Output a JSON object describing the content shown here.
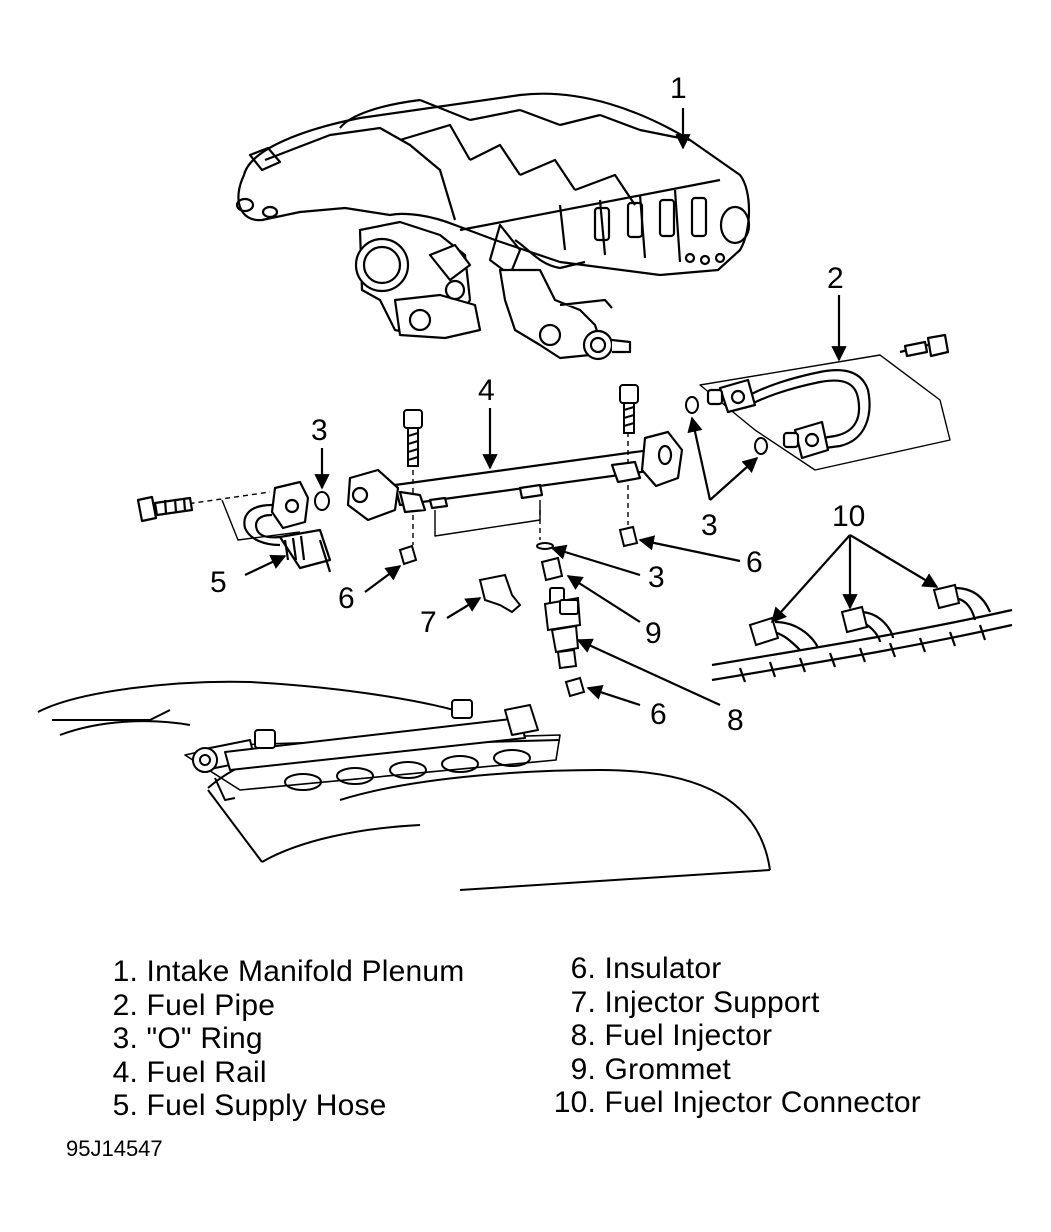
{
  "diagram": {
    "callouts": [
      "1",
      "2",
      "3",
      "3",
      "3",
      "3",
      "4",
      "5",
      "6",
      "6",
      "6",
      "7",
      "8",
      "9",
      "10"
    ]
  },
  "legend": {
    "left": [
      {
        "num": "1.",
        "label": "Intake Manifold Plenum"
      },
      {
        "num": "2.",
        "label": "Fuel Pipe"
      },
      {
        "num": "3.",
        "label": "\"O\" Ring"
      },
      {
        "num": "4.",
        "label": "Fuel Rail"
      },
      {
        "num": "5.",
        "label": "Fuel Supply Hose"
      }
    ],
    "right": [
      {
        "num": "6.",
        "label": "Insulator"
      },
      {
        "num": "7.",
        "label": "Injector Support"
      },
      {
        "num": "8.",
        "label": "Fuel Injector"
      },
      {
        "num": "9.",
        "label": "Grommet"
      },
      {
        "num": "10.",
        "label": "Fuel Injector Connector"
      }
    ]
  },
  "figure_id": "95J14547"
}
